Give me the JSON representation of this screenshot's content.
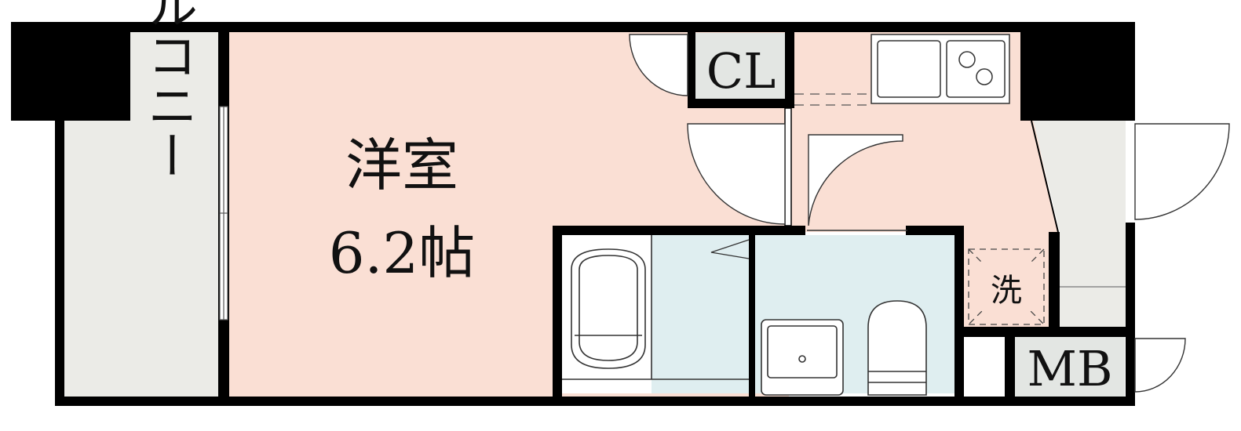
{
  "plan": {
    "rooms": {
      "western_room": {
        "name": "洋室",
        "size": "6.2帖"
      },
      "balcony": {
        "name": "バルコニー"
      },
      "closet": {
        "name": "CL"
      },
      "meter_box": {
        "name": "MB"
      },
      "washer": {
        "name": "洗"
      }
    },
    "colors": {
      "wall": "#000000",
      "room_floor": "#fadfd4",
      "wet_area": "#dfeef0",
      "balcony_floor": "#ebebe7",
      "closet_floor": "#e3e6e3"
    }
  }
}
